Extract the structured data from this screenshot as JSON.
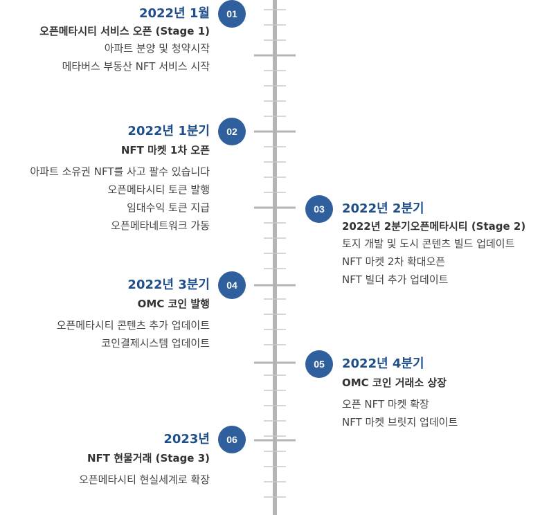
{
  "milestones": [
    {
      "num": "01",
      "period": "2022년 1월",
      "title": "오픈메타시티 서비스 오픈 (Stage 1)",
      "items": [
        "아파트 분양 및 청약시작",
        "메타버스 부동산 NFT 서비스 시작"
      ]
    },
    {
      "num": "02",
      "period": "2022년 1분기",
      "title": "NFT 마켓 1차 오픈",
      "items": [
        "아파트 소유권 NFT를 사고 팔수 있습니다",
        "오픈메타시티 토큰 발행",
        "임대수익 토큰 지급",
        "오픈메타네트워크 가동"
      ]
    },
    {
      "num": "03",
      "period": "2022년 2분기",
      "title": "2022년 2분기오픈메타시티 (Stage 2)",
      "items": [
        "토지 개발 및 도시 콘텐츠 빌드 업데이트",
        "NFT 마켓 2차 확대오픈",
        "NFT 빌더 추가 업데이트"
      ]
    },
    {
      "num": "04",
      "period": "2022년 3분기",
      "title": "OMC 코인 발행",
      "items": [
        "오픈메타시티 콘텐츠 추가 업데이트",
        "코인결제시스템 업데이트"
      ]
    },
    {
      "num": "05",
      "period": "2022년 4분기",
      "title": "OMC 코인 거래소 상장",
      "items": [
        "오픈 NFT 마켓 확장",
        "NFT 마켓 브릿지 업데이트"
      ]
    },
    {
      "num": "06",
      "period": "2023년",
      "title": "NFT 현물거래 (Stage 3)",
      "items": [
        "오픈메타시티 현실세계로 확장"
      ]
    }
  ],
  "colors": {
    "badge": "#2f5f9c",
    "period": "#1f4f8a",
    "axis": "#b4b4b4",
    "tick": "#c8c8c8"
  }
}
